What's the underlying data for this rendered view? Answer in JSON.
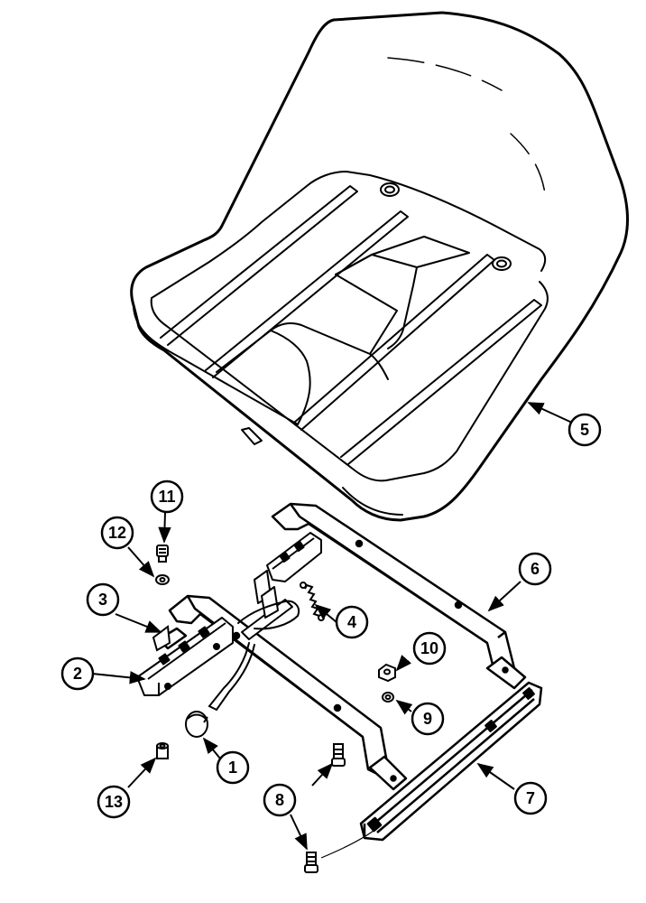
{
  "diagram": {
    "callouts": [
      {
        "label": "1"
      },
      {
        "label": "2"
      },
      {
        "label": "3"
      },
      {
        "label": "4"
      },
      {
        "label": "5"
      },
      {
        "label": "6"
      },
      {
        "label": "7"
      },
      {
        "label": "8"
      },
      {
        "label": "9"
      },
      {
        "label": "10"
      },
      {
        "label": "11"
      },
      {
        "label": "12"
      },
      {
        "label": "13"
      }
    ],
    "parts": [
      "seat-pan",
      "seat-frame",
      "slide-rail-left",
      "slide-rail-right",
      "spring",
      "latch-bracket",
      "latch-knob",
      "screw",
      "washer",
      "nut",
      "bushing"
    ],
    "colors": {
      "line": "#000000",
      "background": "#ffffff"
    }
  }
}
